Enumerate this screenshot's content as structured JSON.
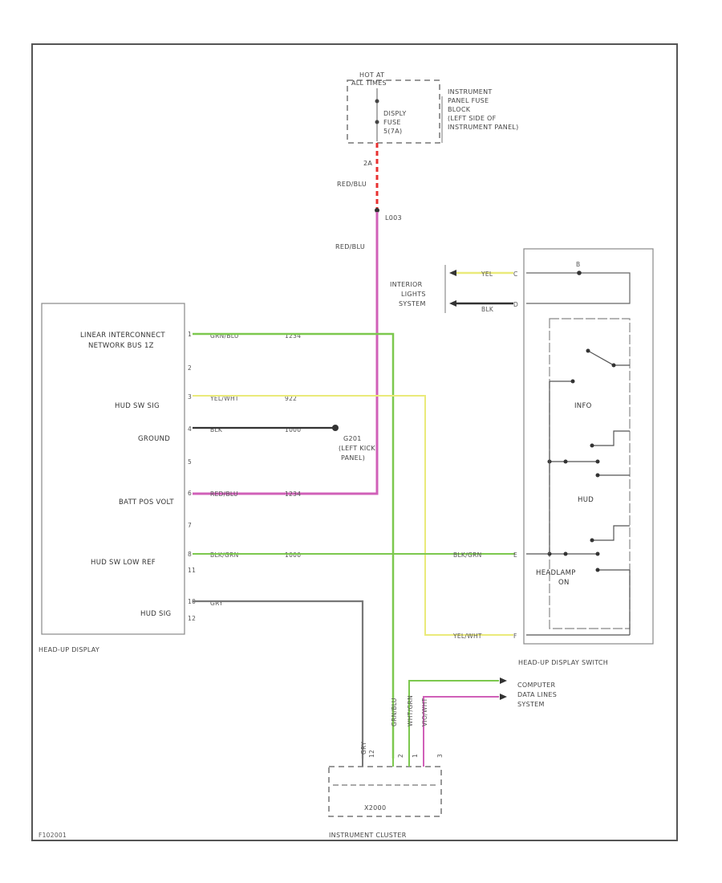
{
  "fuse_block": {
    "hot_at": [
      "HOT AT",
      "ALL TIMES"
    ],
    "fuse_label": [
      "DISPLY",
      "FUSE",
      "5(7A)"
    ],
    "location": [
      "INSTRUMENT",
      "PANEL FUSE",
      "BLOCK",
      "(LEFT SIDE OF",
      "INSTRUMENT PANEL)"
    ],
    "pin": "2A",
    "wire_color": "RED/BLU",
    "splice": "L003",
    "wire_color_2": "RED/BLU"
  },
  "head_up_display": {
    "title": "HEAD-UP DISPLAY",
    "pins": [
      {
        "label": [
          "LINEAR INTERCONNECT",
          "NETWORK BUS 1Z"
        ],
        "pin": "1",
        "wire": "GRN/BLU",
        "circuit": "1234"
      },
      {
        "label": [],
        "pin": "2",
        "wire": "",
        "circuit": ""
      },
      {
        "label": [
          "HUD SW SIG"
        ],
        "pin": "3",
        "wire": "YEL/WHT",
        "circuit": "922"
      },
      {
        "label": [
          "GROUND"
        ],
        "pin": "4",
        "wire": "BLK",
        "circuit": "1000"
      },
      {
        "label": [],
        "pin": "5",
        "wire": "",
        "circuit": ""
      },
      {
        "label": [
          "BATT POS VOLT"
        ],
        "pin": "6",
        "wire": "RED/BLU",
        "circuit": "1234"
      },
      {
        "label": [],
        "pin": "7",
        "wire": "",
        "circuit": ""
      },
      {
        "label": [
          "HUD SW LOW REF"
        ],
        "pin": "8",
        "wire": "BLK/GRN",
        "circuit": "1000"
      },
      {
        "label": [],
        "pin": "11",
        "wire": "",
        "circuit": ""
      },
      {
        "label": [
          "HUD SIG"
        ],
        "pin": "10",
        "wire": "GRY",
        "circuit": ""
      },
      {
        "label": [],
        "pin": "12",
        "wire": "",
        "circuit": ""
      }
    ]
  },
  "ground": {
    "id": "G201",
    "location": [
      "(LEFT KICK",
      "PANEL)"
    ]
  },
  "interior_lights": {
    "label": [
      "INTERIOR",
      "LIGHTS",
      "SYSTEM"
    ],
    "wires": [
      {
        "color": "YEL",
        "pin": "C"
      },
      {
        "color": "BLK",
        "pin": "D"
      }
    ],
    "switch_pin": "B"
  },
  "head_up_display_switch": {
    "title": "HEAD-UP DISPLAY SWITCH",
    "sections": [
      "INFO",
      "HUD",
      "HEADLAMP",
      "ON"
    ],
    "wires": [
      {
        "color": "BLK/GRN",
        "pin": "E"
      },
      {
        "color": "YEL/WHT",
        "pin": "F"
      }
    ]
  },
  "instrument_cluster": {
    "title": "INSTRUMENT CLUSTER",
    "part": "X2000",
    "wires": [
      "GRY",
      "GRN/BLU",
      "WHT/GRN",
      "VIO/WHT"
    ],
    "pins": [
      "12",
      "2",
      "1",
      "3"
    ]
  },
  "computer_data_lines": {
    "label": [
      "COMPUTER",
      "DATA LINES",
      "SYSTEM"
    ]
  },
  "figure_code": "F102001",
  "colors": {
    "green": "#7cc84e",
    "yellow": "#eaea7a",
    "pink": "#d060b8",
    "red": "#e83030",
    "black": "#222222",
    "gray": "#777777"
  }
}
